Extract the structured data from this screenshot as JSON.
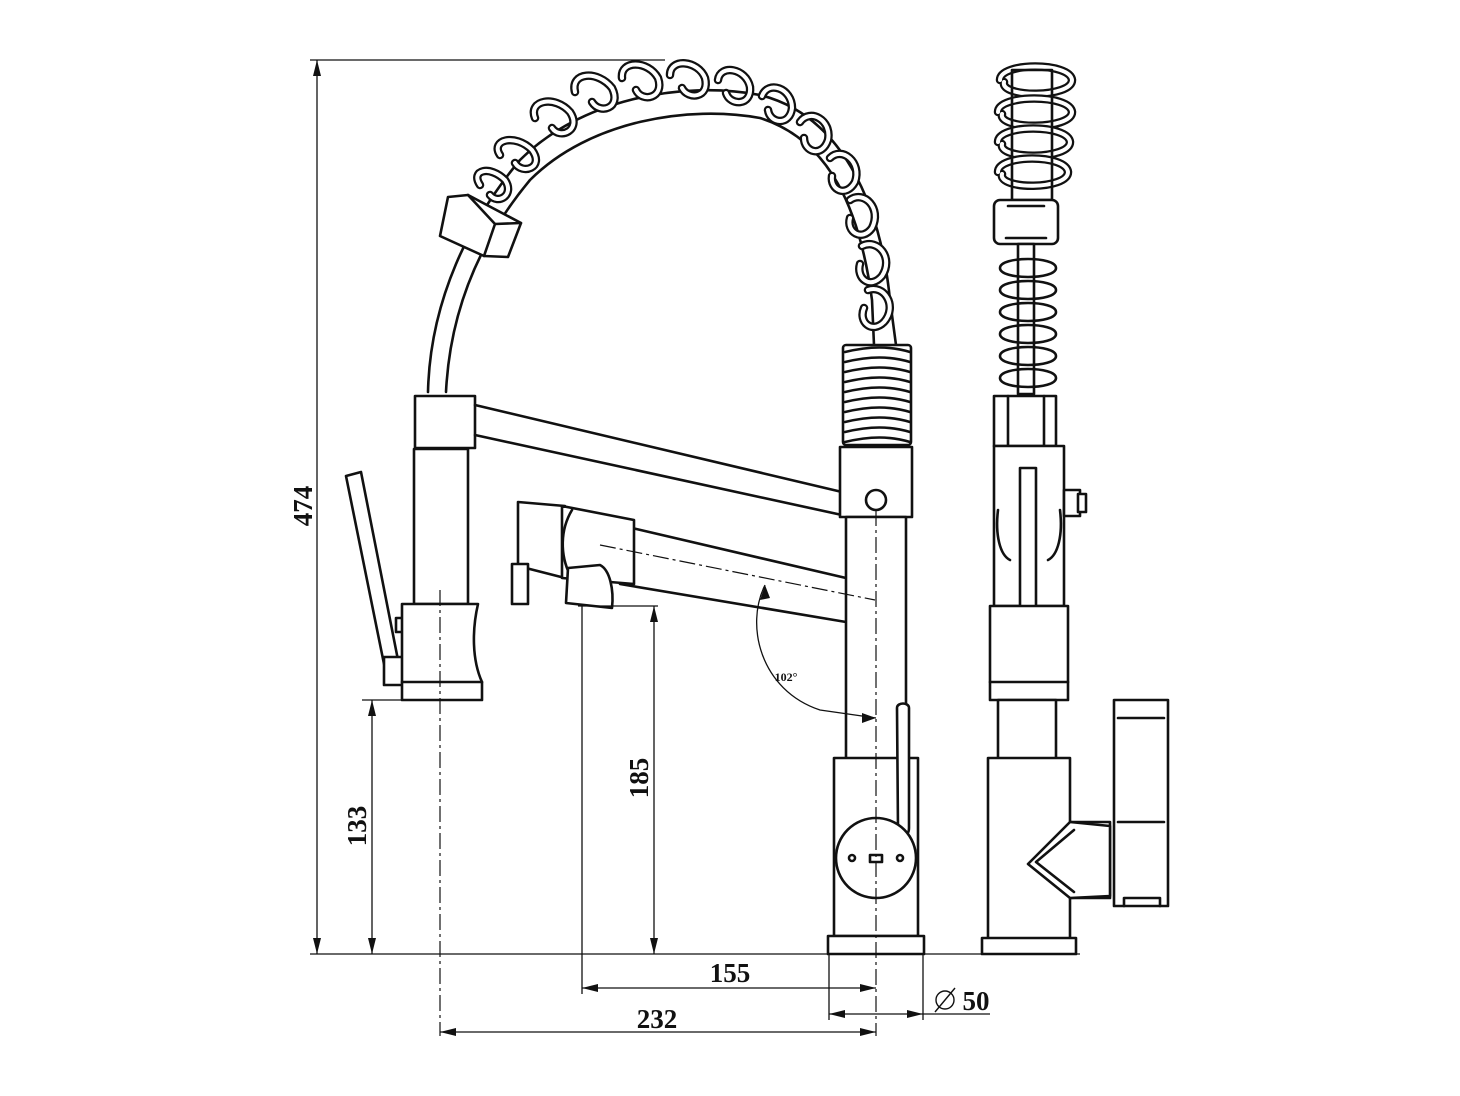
{
  "dimensions": {
    "total_height": "474",
    "spout_height": "185",
    "outlet_height": "133",
    "spout_reach": "155",
    "handle_reach": "232",
    "base_diameter": "50",
    "swivel_angle": "102°"
  },
  "colors": {
    "line": "#111111",
    "background": "#ffffff"
  }
}
